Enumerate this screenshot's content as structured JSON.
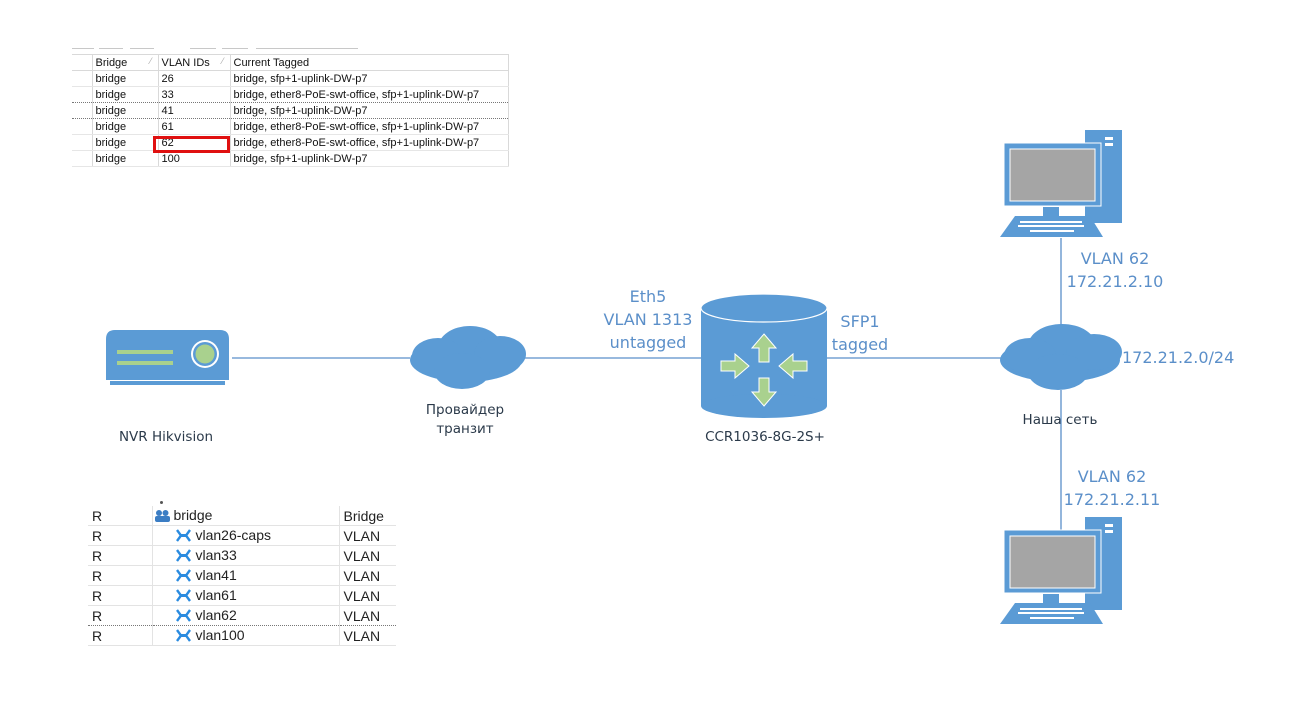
{
  "vlan_table": {
    "columns": [
      "",
      "Bridge",
      "VLAN IDs",
      "Current Tagged"
    ],
    "sort_indicator": "⁄",
    "rows": [
      {
        "bridge": "bridge",
        "vlan_ids": "26",
        "current_tagged": "bridge, sfp+1-uplink-DW-p7"
      },
      {
        "bridge": "bridge",
        "vlan_ids": "33",
        "current_tagged": "bridge, ether8-PoE-swt-office, sfp+1-uplink-DW-p7"
      },
      {
        "bridge": "bridge",
        "vlan_ids": "41",
        "current_tagged": "bridge, sfp+1-uplink-DW-p7"
      },
      {
        "bridge": "bridge",
        "vlan_ids": "61",
        "current_tagged": "bridge, ether8-PoE-swt-office, sfp+1-uplink-DW-p7"
      },
      {
        "bridge": "bridge",
        "vlan_ids": "62",
        "current_tagged": "bridge, ether8-PoE-swt-office, sfp+1-uplink-DW-p7"
      },
      {
        "bridge": "bridge",
        "vlan_ids": "100",
        "current_tagged": "bridge, sfp+1-uplink-DW-p7"
      }
    ],
    "highlighted_value": "62",
    "highlight_color": "#e01010"
  },
  "interface_table": {
    "rows": [
      {
        "flag": "R",
        "name": "bridge",
        "type": "Bridge",
        "icon": "bridge-icon"
      },
      {
        "flag": "R",
        "name": "vlan26-caps",
        "type": "VLAN",
        "icon": "vlan-icon"
      },
      {
        "flag": "R",
        "name": "vlan33",
        "type": "VLAN",
        "icon": "vlan-icon"
      },
      {
        "flag": "R",
        "name": "vlan41",
        "type": "VLAN",
        "icon": "vlan-icon"
      },
      {
        "flag": "R",
        "name": "vlan61",
        "type": "VLAN",
        "icon": "vlan-icon"
      },
      {
        "flag": "R",
        "name": "vlan62",
        "type": "VLAN",
        "icon": "vlan-icon"
      },
      {
        "flag": "R",
        "name": "vlan100",
        "type": "VLAN",
        "icon": "vlan-icon"
      }
    ]
  },
  "diagram": {
    "colors": {
      "node": "#5b9bd5",
      "accent": "#a9d18e",
      "screen": "#a5a5a5",
      "line": "#5b8fc9",
      "label": "#5b8fc9",
      "text": "#2b3a4a"
    },
    "nodes": {
      "nvr": {
        "label": "NVR Hikvision",
        "icon": "nvr-icon"
      },
      "provider": {
        "label_line1": "Провайдер",
        "label_line2": "транзит",
        "icon": "cloud-icon"
      },
      "router": {
        "label": "CCR1036-8G-2S+",
        "icon": "router-icon"
      },
      "our_net": {
        "label": "Наша сеть",
        "icon": "cloud-icon",
        "subnet": "172.21.2.0/24"
      },
      "pc_top": {
        "vlan": "VLAN 62",
        "ip": "172.21.2.10",
        "icon": "computer-icon"
      },
      "pc_bottom": {
        "vlan": "VLAN 62",
        "ip": "172.21.2.11",
        "icon": "computer-icon"
      }
    },
    "links": {
      "eth5": {
        "line1": "Eth5",
        "line2": "VLAN 1313",
        "line3": "untagged"
      },
      "sfp1": {
        "line1": "SFP1",
        "line2": "tagged"
      }
    }
  }
}
